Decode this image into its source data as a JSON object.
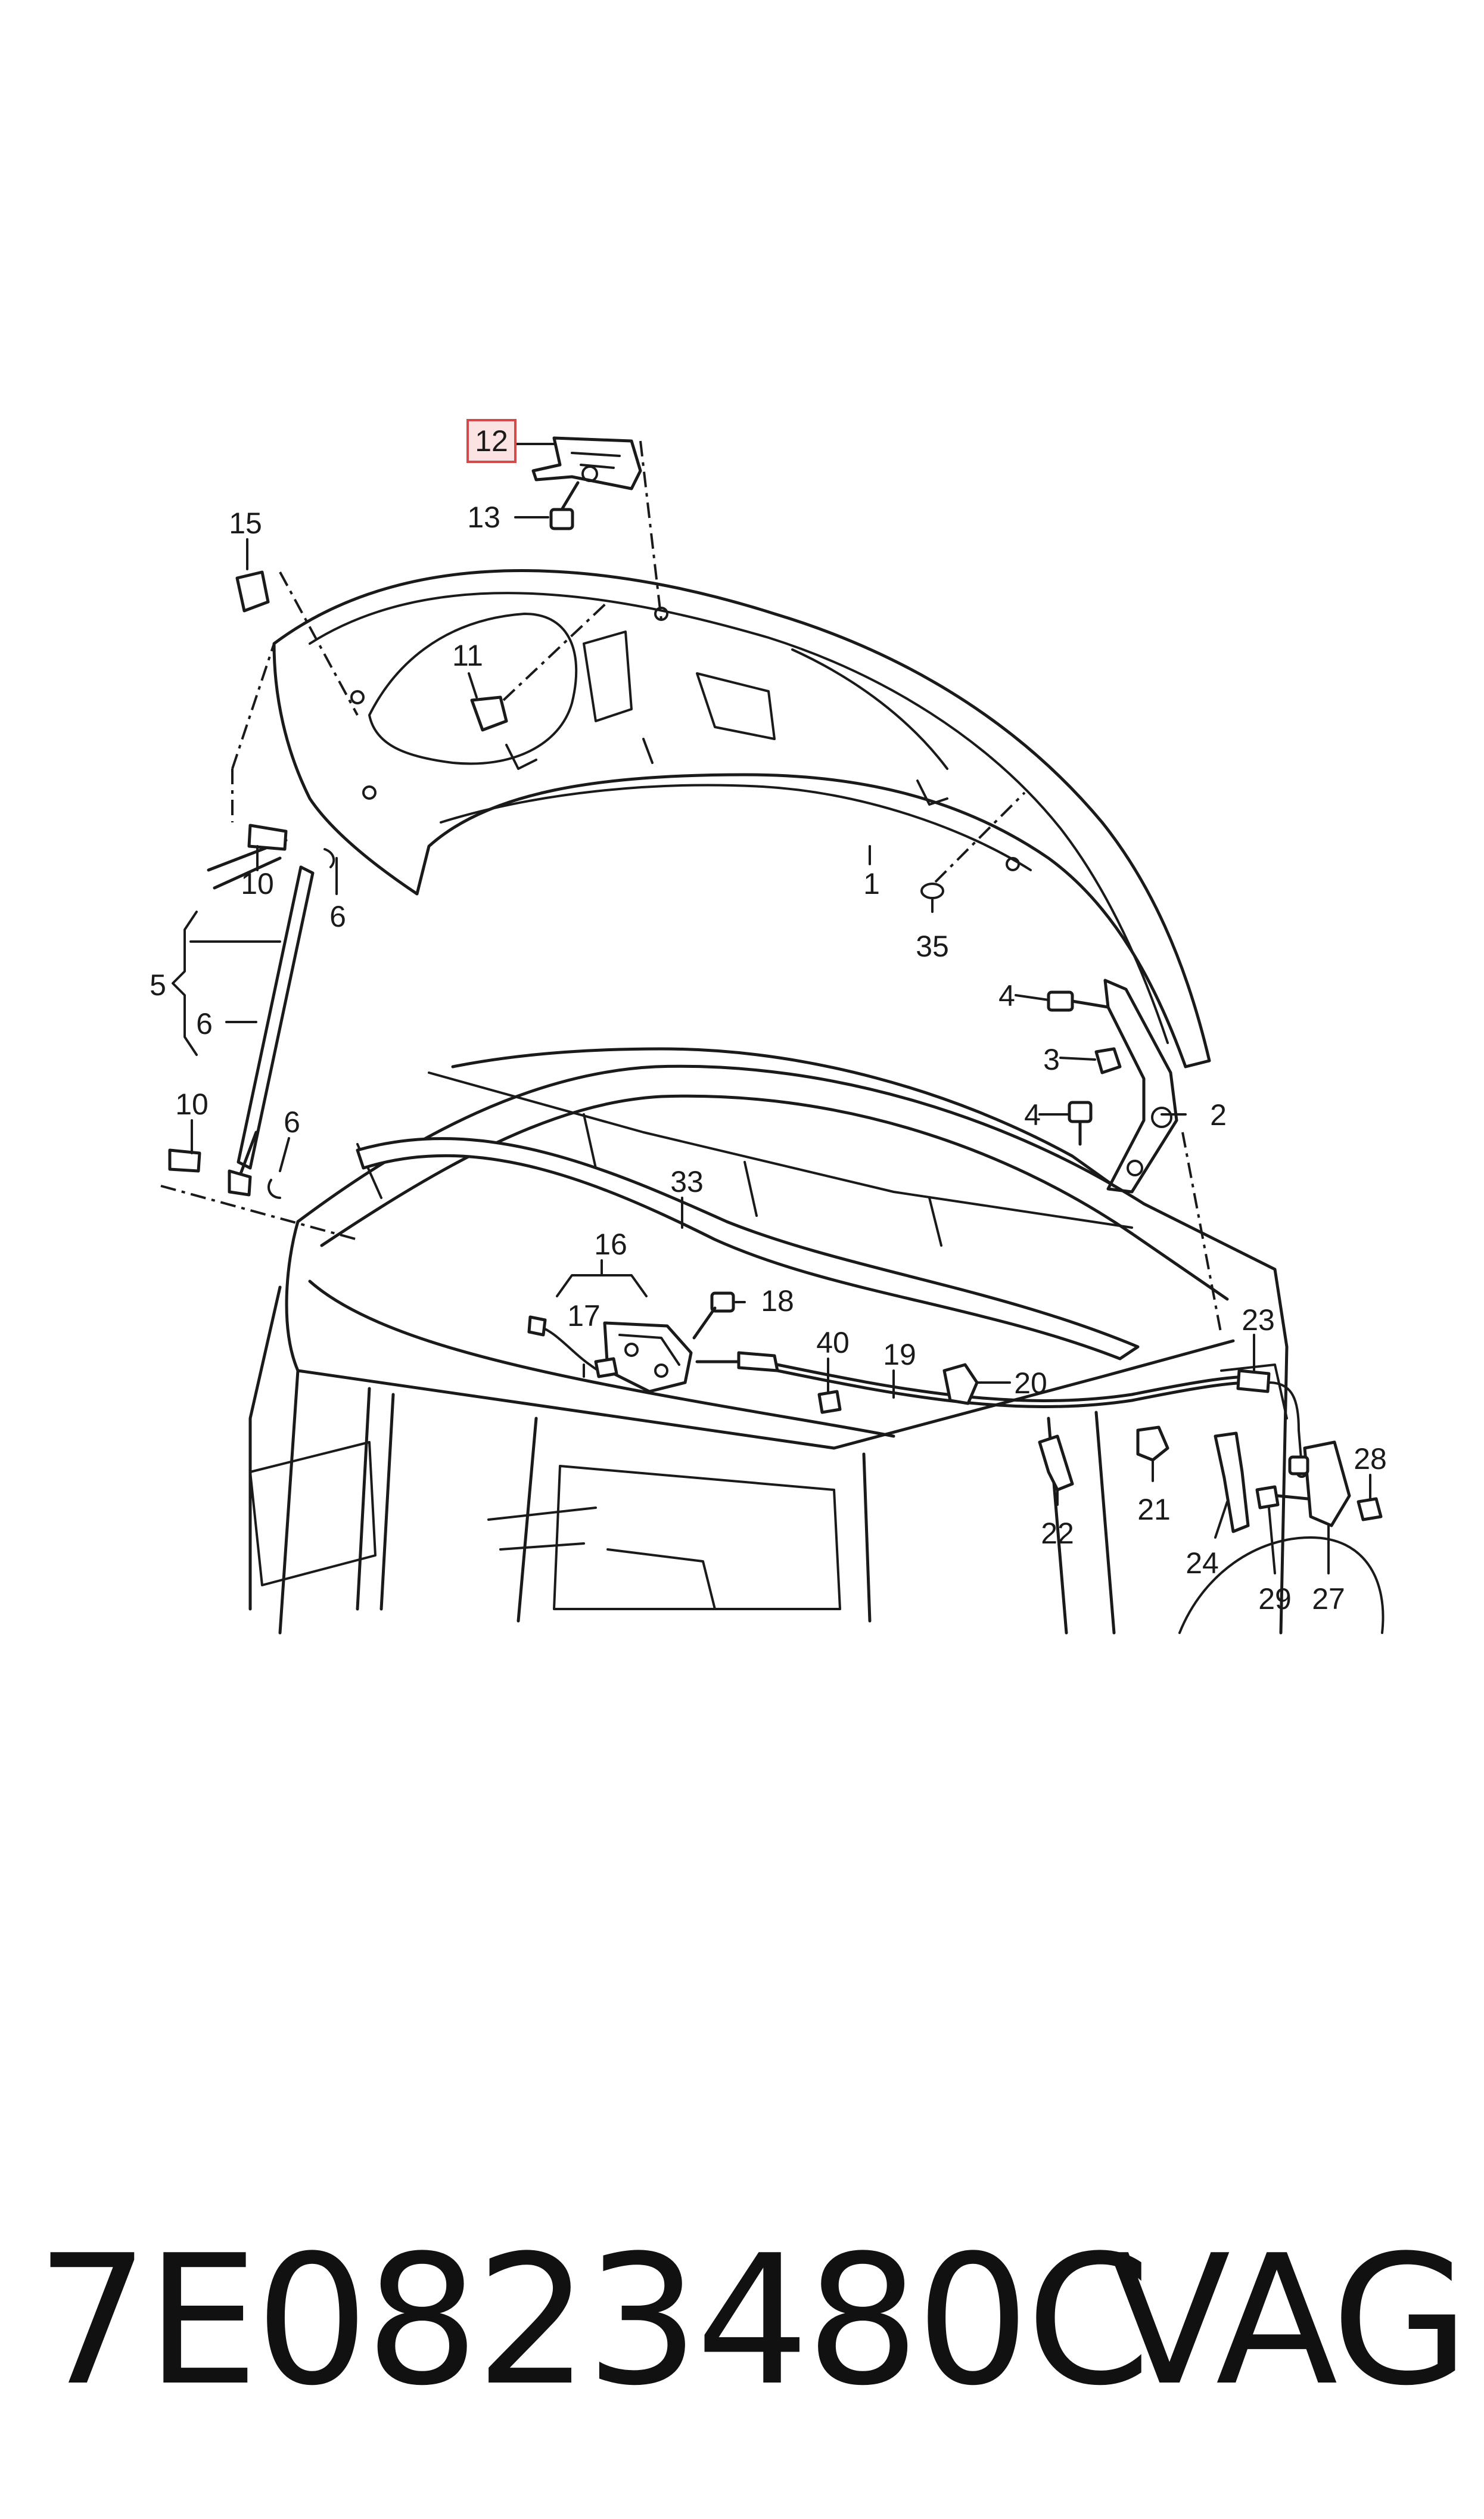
{
  "callouts": [
    {
      "id": "c12",
      "label": "12",
      "highlighted": true
    },
    {
      "id": "c13",
      "label": "13"
    },
    {
      "id": "c15",
      "label": "15"
    },
    {
      "id": "c11",
      "label": "11"
    },
    {
      "id": "c10a",
      "label": "10"
    },
    {
      "id": "c6a",
      "label": "6"
    },
    {
      "id": "c5",
      "label": "5"
    },
    {
      "id": "c6b",
      "label": "6"
    },
    {
      "id": "c10b",
      "label": "10"
    },
    {
      "id": "c6c",
      "label": "6"
    },
    {
      "id": "c1",
      "label": "1"
    },
    {
      "id": "c35",
      "label": "35"
    },
    {
      "id": "c4a",
      "label": "4"
    },
    {
      "id": "c3",
      "label": "3"
    },
    {
      "id": "c4b",
      "label": "4"
    },
    {
      "id": "c2",
      "label": "2"
    },
    {
      "id": "c33",
      "label": "33"
    },
    {
      "id": "c16",
      "label": "16"
    },
    {
      "id": "c17",
      "label": "17"
    },
    {
      "id": "c18",
      "label": "18"
    },
    {
      "id": "c40",
      "label": "40"
    },
    {
      "id": "c19",
      "label": "19"
    },
    {
      "id": "c20",
      "label": "20"
    },
    {
      "id": "c23",
      "label": "23"
    },
    {
      "id": "c22",
      "label": "22"
    },
    {
      "id": "c21",
      "label": "21"
    },
    {
      "id": "c24",
      "label": "24"
    },
    {
      "id": "c28",
      "label": "28"
    },
    {
      "id": "c29",
      "label": "29"
    },
    {
      "id": "c27",
      "label": "27"
    }
  ],
  "colors": {
    "highlight_fill": "#fbe3e3",
    "highlight_stroke": "#d24a4a",
    "line": "#1a1a1a"
  },
  "footer": {
    "part_number": "7E0823480C",
    "manufacturer": "VAG"
  }
}
